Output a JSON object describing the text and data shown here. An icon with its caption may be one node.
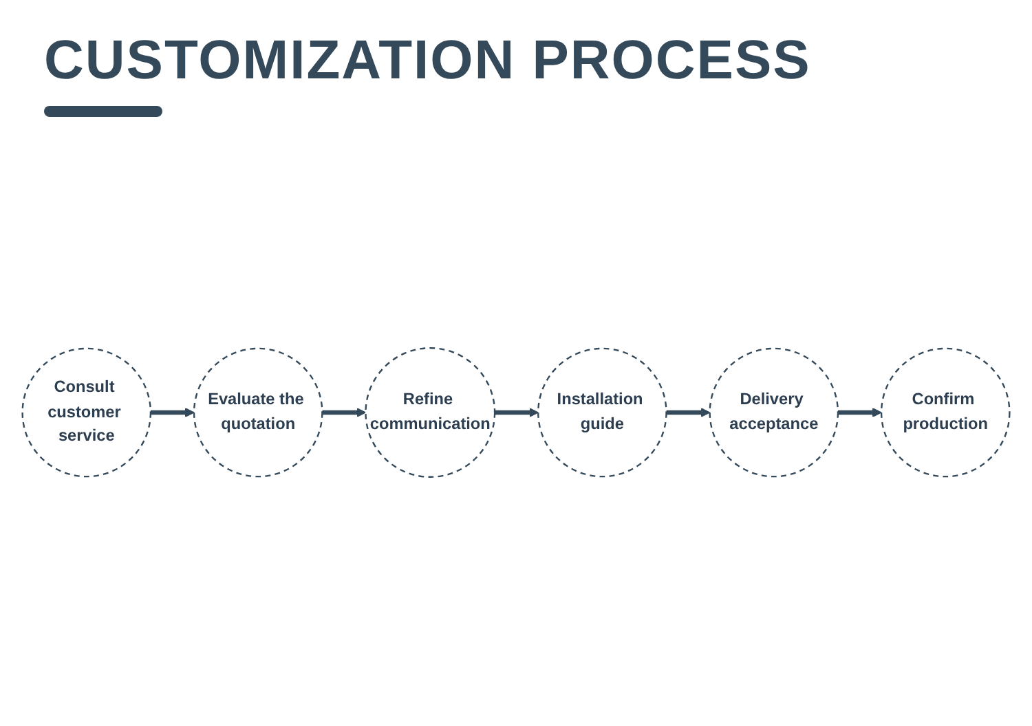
{
  "diagram": {
    "title": "CUSTOMIZATION PROCESS",
    "nodes": [
      {
        "text": [
          "Consult customer service"
        ]
      },
      {
        "text": [
          "Evaluate the quotation"
        ]
      },
      {
        "text": [
          "Refine communication"
        ]
      },
      {
        "text": [
          "Confirm production"
        ]
      },
      {
        "text": [
          "Delivery acceptance"
        ]
      },
      {
        "text": [
          "Installation guide"
        ]
      }
    ],
    "edges": [
      {
        "from": 0,
        "to": 1,
        "arrow": "to"
      },
      {
        "from": 1,
        "to": 2,
        "arrow": "to"
      },
      {
        "from": 2,
        "to": 5,
        "arrow": "to"
      },
      {
        "from": 5,
        "to": 4,
        "arrow": "to"
      },
      {
        "from": 4,
        "to": 3,
        "arrow": "to"
      }
    ]
  }
}
